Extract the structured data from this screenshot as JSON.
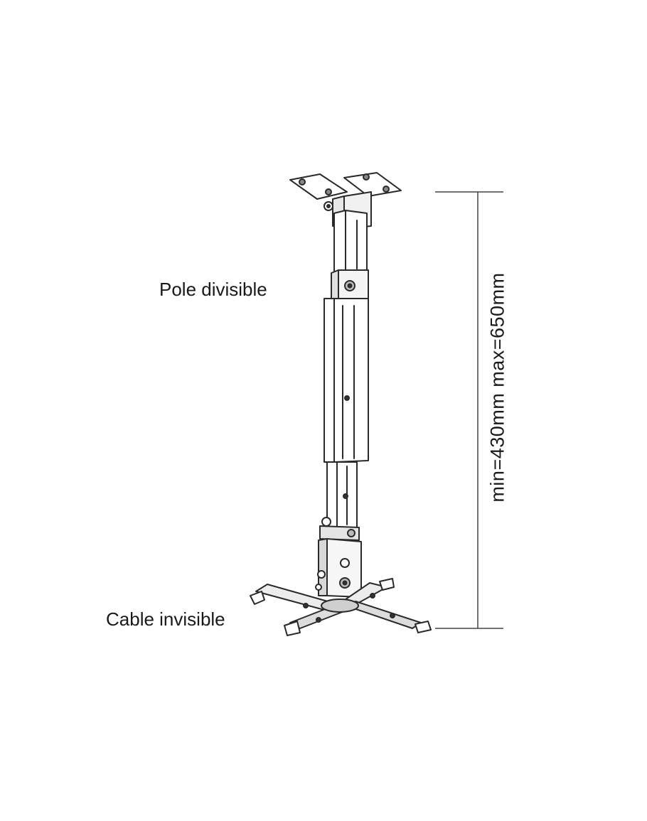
{
  "annotations": {
    "pole": "Pole divisible",
    "cable": "Cable invisible",
    "dimension": "min=430mm  max=650mm"
  },
  "colors": {
    "line": "#2a2a2a",
    "fill": "#ffffff",
    "shade": "#d9d9d9",
    "dark": "#444444"
  },
  "icons": [
    "projector-ceiling-mount-illustration",
    "dimension-line"
  ]
}
